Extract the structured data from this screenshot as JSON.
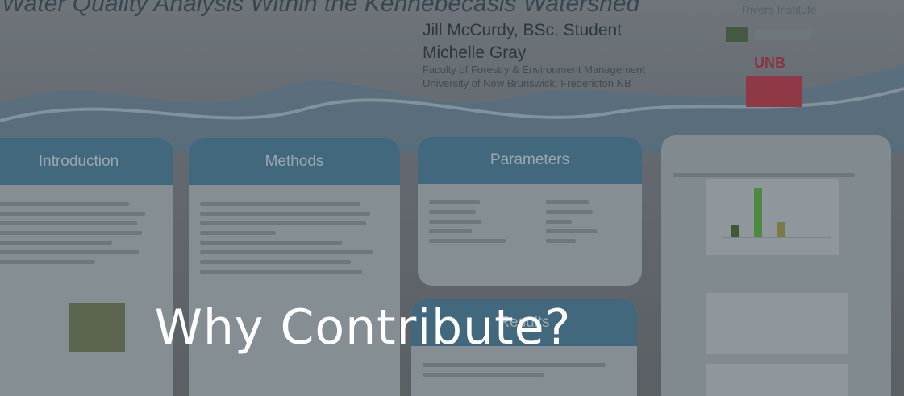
{
  "hero": {
    "heading": "Why Contribute?"
  },
  "poster": {
    "title": "Water Quality Analysis Within the Kennebecasis Watershed",
    "author1": "Jill McCurdy, BSc. Student",
    "author2": "Michelle Gray",
    "affiliation1": "Faculty of Forestry & Environment Management",
    "affiliation2": "University of New Brunswick, Fredericton NB",
    "logo_rivers": "Rivers Institute",
    "logo_unb": "UNB",
    "panels": {
      "introduction": "Introduction",
      "methods": "Methods",
      "parameters": "Parameters",
      "results": "Results"
    }
  }
}
